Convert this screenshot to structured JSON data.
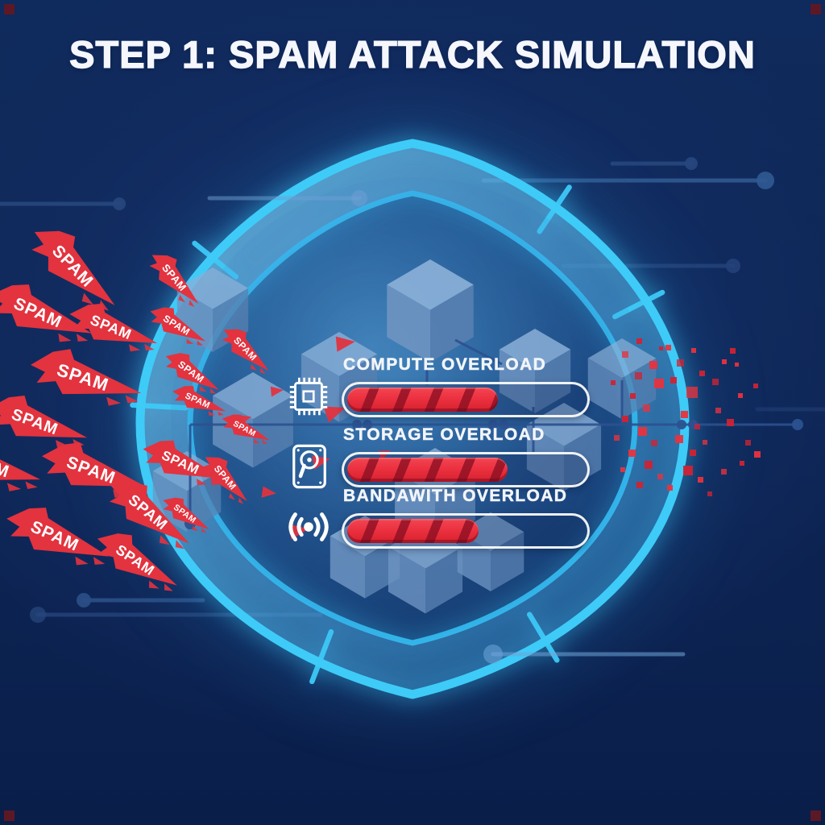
{
  "title": {
    "text": "STEP 1: SPAM ATTACK SIMULATION"
  },
  "colors": {
    "background_navy": "#0d2554",
    "ring_cyan": "#3ecbf8",
    "spam_red": "#e2333f",
    "bar_red": "#ec3140",
    "bar_stripe_dark": "#8c0f23",
    "cube_top": "#8ab0d8",
    "cube_left": "#6d94c2",
    "cube_right": "#5880b1",
    "trace_blue": "#2c5190",
    "white": "#f5f7fc",
    "particle_reds": [
      "#e8323e",
      "#cf2334"
    ]
  },
  "meters": [
    {
      "label": "COMPUTE OVERLOAD",
      "icon": "cpu-chip-icon",
      "fill_pct": 62
    },
    {
      "label": "STORAGE OVERLOAD",
      "icon": "hard-drive-icon",
      "fill_pct": 66
    },
    {
      "label": "BANDAWITH OVERLOAD",
      "icon": "signal-icon",
      "fill_pct": 54
    }
  ],
  "spam": {
    "label": "SPAM",
    "planes": [
      [
        95,
        332,
        36,
        1.0
      ],
      [
        52,
        388,
        14,
        1.0
      ],
      [
        142,
        406,
        12,
        0.85
      ],
      [
        108,
        468,
        8,
        1.05
      ],
      [
        48,
        523,
        10,
        0.95
      ],
      [
        -14,
        576,
        8,
        1.0
      ],
      [
        118,
        583,
        10,
        1.0
      ],
      [
        228,
        574,
        14,
        0.78
      ],
      [
        188,
        637,
        30,
        0.9
      ],
      [
        73,
        665,
        14,
        1.0
      ],
      [
        172,
        696,
        24,
        0.85
      ],
      [
        219,
        346,
        40,
        0.62
      ],
      [
        222,
        404,
        22,
        0.58
      ],
      [
        240,
        462,
        26,
        0.58
      ],
      [
        248,
        497,
        14,
        0.52
      ],
      [
        307,
        434,
        36,
        0.56
      ],
      [
        306,
        532,
        18,
        0.48
      ],
      [
        282,
        594,
        40,
        0.56
      ],
      [
        232,
        638,
        26,
        0.5
      ]
    ],
    "fragments": [
      [
        420,
        412,
        30,
        24
      ],
      [
        404,
        498,
        18,
        26
      ],
      [
        390,
        560,
        26,
        22
      ],
      [
        362,
        645,
        28,
        24
      ],
      [
        330,
        600,
        44,
        18
      ],
      [
        470,
        556,
        12,
        15
      ],
      [
        299,
        512,
        22,
        14
      ],
      [
        338,
        476,
        30,
        16
      ]
    ]
  },
  "particles": [
    [
      772,
      436,
      8
    ],
    [
      790,
      420,
      7
    ],
    [
      806,
      448,
      10
    ],
    [
      788,
      462,
      9
    ],
    [
      812,
      470,
      12
    ],
    [
      782,
      488,
      7
    ],
    [
      798,
      502,
      9
    ],
    [
      772,
      516,
      8
    ],
    [
      792,
      530,
      11
    ],
    [
      808,
      546,
      8
    ],
    [
      780,
      558,
      9
    ],
    [
      800,
      572,
      10
    ],
    [
      816,
      588,
      7
    ],
    [
      790,
      598,
      8
    ],
    [
      826,
      428,
      7
    ],
    [
      840,
      446,
      9
    ],
    [
      858,
      432,
      6
    ],
    [
      832,
      468,
      8
    ],
    [
      852,
      480,
      14
    ],
    [
      868,
      460,
      7
    ],
    [
      845,
      510,
      9
    ],
    [
      862,
      526,
      7
    ],
    [
      838,
      540,
      10
    ],
    [
      856,
      558,
      8
    ],
    [
      872,
      546,
      6
    ],
    [
      848,
      578,
      12
    ],
    [
      866,
      592,
      7
    ],
    [
      884,
      470,
      8
    ],
    [
      896,
      446,
      6
    ],
    [
      906,
      432,
      7
    ],
    [
      888,
      506,
      7
    ],
    [
      902,
      520,
      9
    ],
    [
      916,
      488,
      6
    ],
    [
      925,
      546,
      7
    ],
    [
      936,
      560,
      8
    ],
    [
      918,
      572,
      6
    ],
    [
      895,
      582,
      7
    ],
    [
      935,
      476,
      6
    ],
    [
      912,
      450,
      5
    ],
    [
      878,
      610,
      6
    ],
    [
      828,
      602,
      7
    ],
    [
      758,
      472,
      6
    ],
    [
      762,
      540,
      7
    ],
    [
      818,
      430,
      5
    ],
    [
      770,
      580,
      6
    ]
  ],
  "cubes": [
    [
      478,
      322,
      112,
      0.92
    ],
    [
      618,
      408,
      92,
      0.85
    ],
    [
      372,
      412,
      98,
      0.8
    ],
    [
      262,
      462,
      104,
      0.8
    ],
    [
      488,
      556,
      104,
      0.85
    ],
    [
      652,
      500,
      96,
      0.8
    ],
    [
      408,
      640,
      90,
      0.85
    ],
    [
      480,
      652,
      96,
      0.8
    ],
    [
      566,
      636,
      86,
      0.78
    ],
    [
      728,
      420,
      88,
      0.7
    ],
    [
      188,
      560,
      88,
      0.7
    ],
    [
      218,
      332,
      92,
      0.75
    ]
  ],
  "connectors": {
    "lines": [
      [
        236,
        527,
        992,
        527
      ],
      [
        236,
        527,
        236,
        650
      ],
      [
        662,
        505,
        662,
        562
      ],
      [
        772,
        472,
        772,
        527
      ],
      [
        565,
        422,
        623,
        452
      ],
      [
        530,
        452,
        530,
        478
      ]
    ],
    "dots": [
      [
        443,
        527,
        6
      ],
      [
        456,
        527,
        6
      ],
      [
        612,
        527,
        6
      ],
      [
        625,
        527,
        6
      ],
      [
        846,
        527,
        6
      ],
      [
        860,
        527,
        6
      ],
      [
        990,
        527,
        7
      ],
      [
        236,
        650,
        7
      ]
    ]
  },
  "traces": {
    "background": [
      [
        760,
        203,
        858,
        203,
        "end",
        8,
        "#27477e",
        0.9
      ],
      [
        600,
        224,
        950,
        224,
        "end",
        11,
        "#315a92",
        0.9
      ],
      [
        700,
        330,
        910,
        330,
        "end",
        9,
        "#24437a",
        0.85
      ],
      [
        0,
        253,
        148,
        253,
        "end",
        8,
        "#27477e",
        0.9
      ],
      [
        104,
        745,
        252,
        745,
        "start",
        9,
        "#2a4d86",
        0.95
      ],
      [
        47,
        763,
        398,
        763,
        "start",
        10,
        "#27477e",
        0.75
      ],
      [
        940,
        508,
        1024,
        508,
        "none",
        0,
        "#24437a",
        0.5
      ]
    ],
    "overlay": [
      [
        612,
        812,
        848,
        812,
        "start",
        12,
        "#6fa5d9",
        0.55
      ],
      [
        260,
        246,
        446,
        246,
        "end",
        10,
        "#6fa0d4",
        0.5
      ]
    ]
  },
  "ring": {
    "divider_angles_deg": [
      -56,
      -27,
      59,
      111,
      183,
      219
    ]
  },
  "corner_pixels": {
    "size": 13,
    "color": "#5d1826"
  }
}
